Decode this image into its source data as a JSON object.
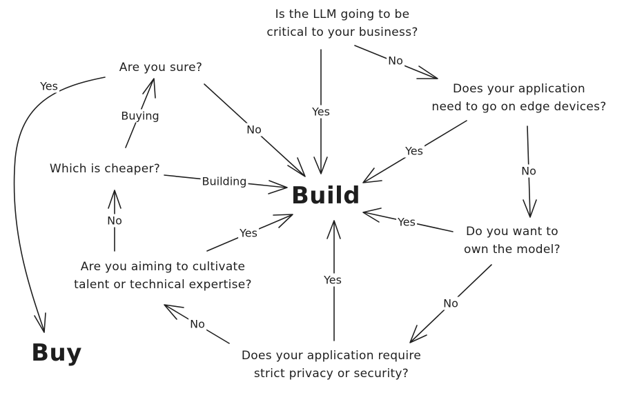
{
  "nodes": {
    "llm_critical": [
      "Is the LLM going to be",
      "critical to your business?"
    ],
    "edge_devices": [
      "Does your application",
      "need to go on edge devices?"
    ],
    "own_model": [
      "Do you want to",
      "own the model?"
    ],
    "privacy": [
      "Does your application require",
      "strict privacy or security?"
    ],
    "talent": [
      "Are you aiming to cultivate",
      "talent or technical expertise?"
    ],
    "cheaper": [
      "Which is cheaper?"
    ],
    "sure": [
      "Are you sure?"
    ],
    "build": "Build",
    "buy": "Buy"
  },
  "edge_labels": {
    "llm_yes": "Yes",
    "llm_no": "No",
    "edge_yes": "Yes",
    "edge_no": "No",
    "own_yes": "Yes",
    "own_no": "No",
    "privacy_yes": "Yes",
    "privacy_no": "No",
    "talent_yes": "Yes",
    "talent_no": "No",
    "cheaper_building": "Building",
    "cheaper_buying": "Buying",
    "sure_no": "No",
    "sure_yes": "Yes"
  },
  "colors": {
    "ink": "#1e1e1e",
    "background": "#ffffff"
  }
}
